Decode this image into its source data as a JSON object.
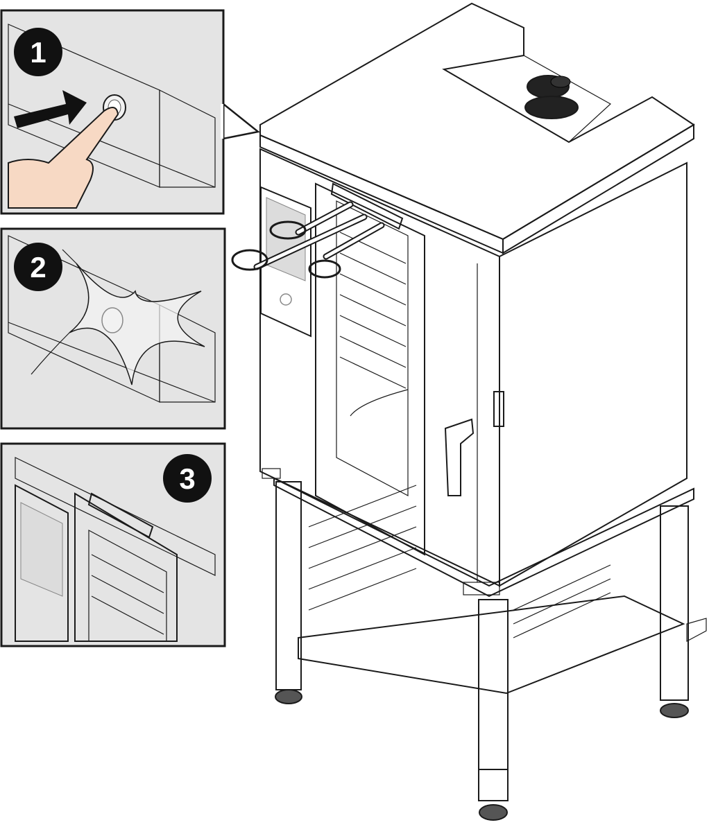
{
  "steps": [
    {
      "number": "1",
      "action": "press-button"
    },
    {
      "number": "2",
      "action": "release-steam-sound"
    },
    {
      "number": "3",
      "action": "door-closed"
    }
  ],
  "colors": {
    "outline": "#1a1a1a",
    "panel_bg": "#e4e4e4",
    "body_light": "#e6e6e6",
    "body_mid": "#d6d6d6",
    "body_dark": "#bdbdbd",
    "door_black": "#222222",
    "glass": "#eeeeee",
    "hand": "#f7d9c4",
    "badge": "#111111"
  },
  "icons": [
    "push-arrow-icon",
    "hand-pointer-icon",
    "burst-icon",
    "vent-hook-icon"
  ]
}
